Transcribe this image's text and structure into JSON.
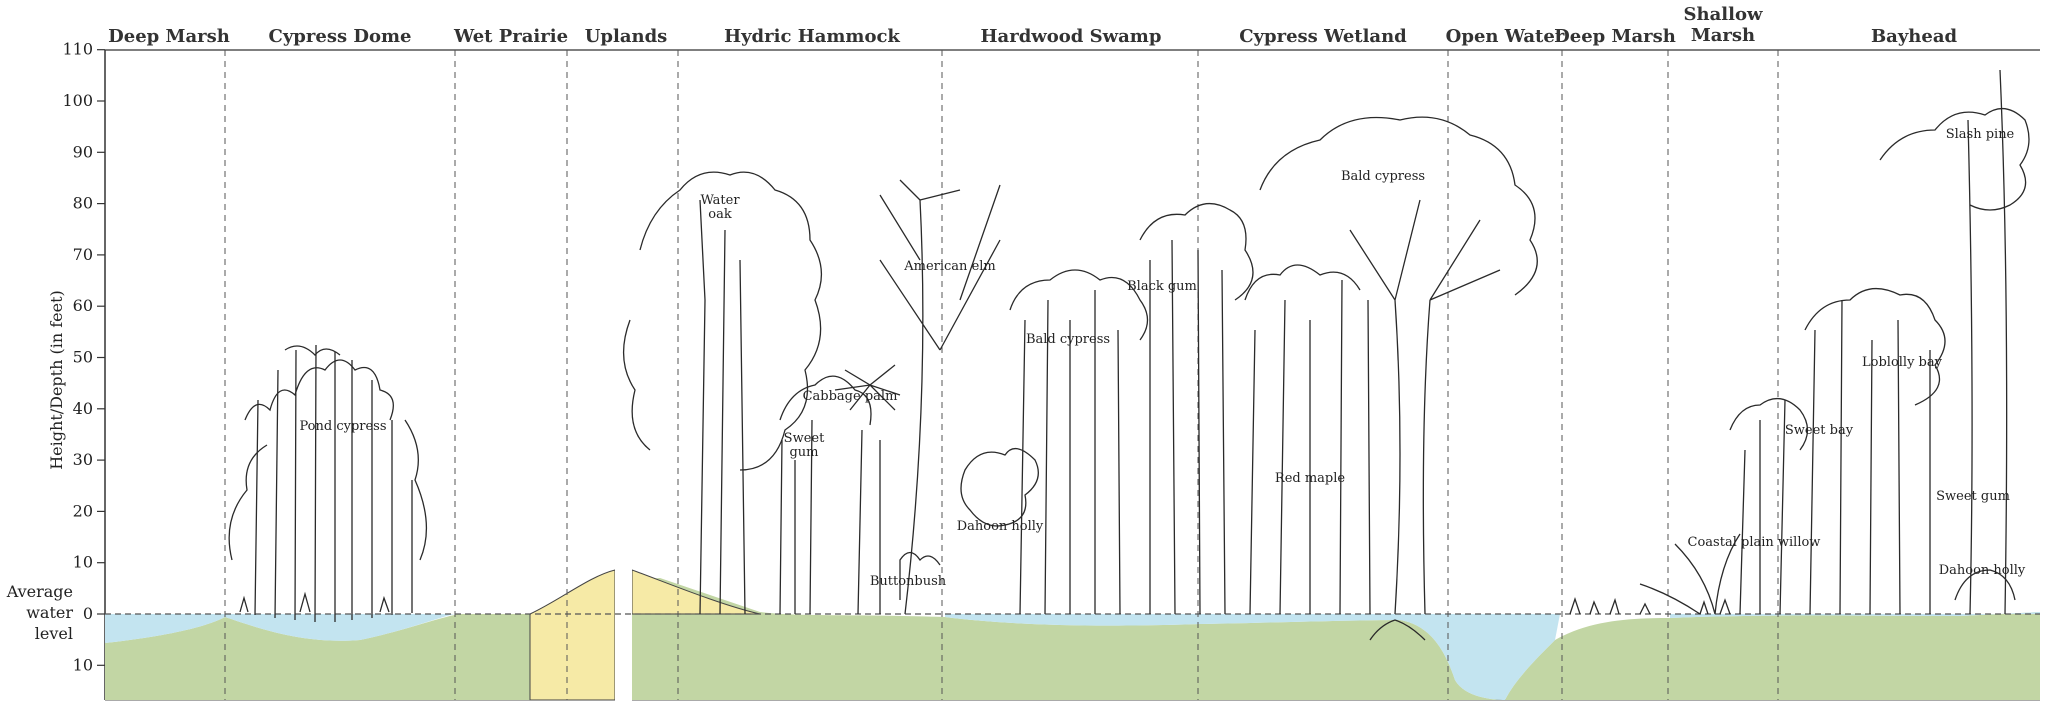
{
  "axis": {
    "title": "Height/Depth (in feet)",
    "ticks_above": [
      "110",
      "100",
      "90",
      "80",
      "70",
      "60",
      "50",
      "40",
      "30",
      "20",
      "10",
      "0"
    ],
    "ticks_below": [
      "10"
    ],
    "water_level_label": [
      "Average",
      "water",
      "level"
    ]
  },
  "zones": [
    {
      "name": "Deep Marsh"
    },
    {
      "name": "Cypress Dome"
    },
    {
      "name": "Wet Prairie"
    },
    {
      "name": "Uplands"
    },
    {
      "name": "Hydric Hammock"
    },
    {
      "name": "Hardwood Swamp"
    },
    {
      "name": "Cypress Wetland"
    },
    {
      "name": "Open Water"
    },
    {
      "name": "Deep Marsh"
    },
    {
      "name_lines": [
        "Shallow",
        "Marsh"
      ]
    },
    {
      "name": "Bayhead"
    }
  ],
  "plants": [
    {
      "name": "Pond cypress"
    },
    {
      "name_lines": [
        "Water",
        "oak"
      ]
    },
    {
      "name": "Cabbage palm"
    },
    {
      "name_lines": [
        "Sweet",
        "gum"
      ]
    },
    {
      "name": "American elm"
    },
    {
      "name": "Buttonbush"
    },
    {
      "name": "Bald cypress"
    },
    {
      "name": "Dahoon holly"
    },
    {
      "name": "Black gum"
    },
    {
      "name": "Bald cypress"
    },
    {
      "name": "Red maple"
    },
    {
      "name": "Slash pine"
    },
    {
      "name": "Loblolly bay"
    },
    {
      "name": "Sweet bay"
    },
    {
      "name": "Coastal plain willow"
    },
    {
      "name": "Sweet gum"
    },
    {
      "name": "Dahoon holly"
    }
  ],
  "colors": {
    "water": "#c3e4f0",
    "ground": "#c2d6a4",
    "uplands_sand": "#f6eaa6",
    "tree_line": "#2a2a2a"
  }
}
